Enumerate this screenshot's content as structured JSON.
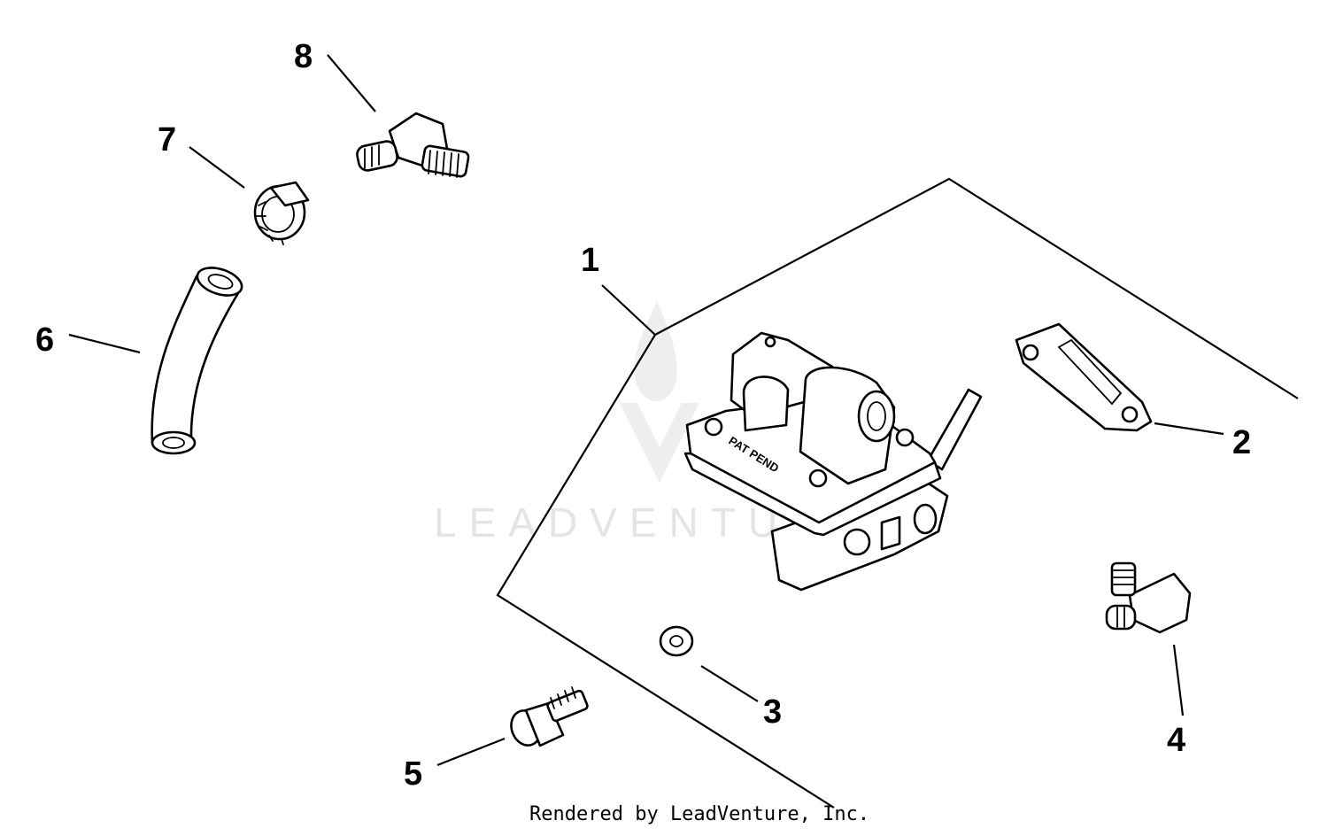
{
  "callouts": [
    {
      "id": "1",
      "label": "1"
    },
    {
      "id": "2",
      "label": "2"
    },
    {
      "id": "3",
      "label": "3"
    },
    {
      "id": "4",
      "label": "4"
    },
    {
      "id": "5",
      "label": "5"
    },
    {
      "id": "6",
      "label": "6"
    },
    {
      "id": "7",
      "label": "7"
    },
    {
      "id": "8",
      "label": "8"
    }
  ],
  "pump_stamp": "PAT PEND",
  "watermark": "LEADVENTURE",
  "credit": "Rendered by LeadVenture, Inc."
}
